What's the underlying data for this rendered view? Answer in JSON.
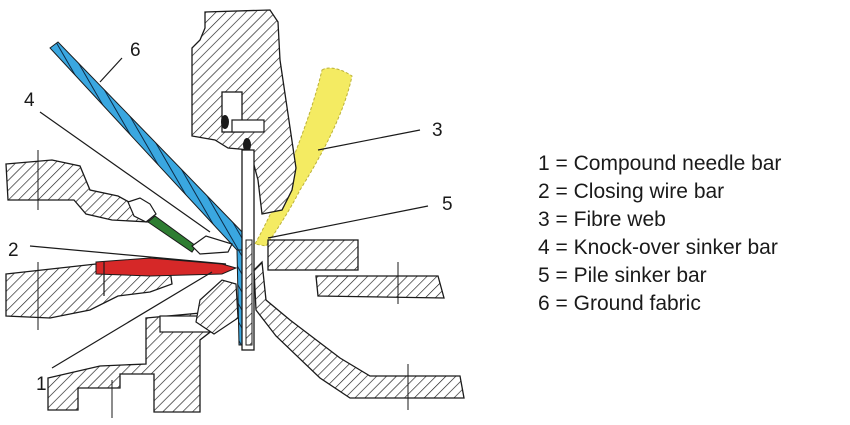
{
  "callouts": {
    "c1": "1",
    "c2": "2",
    "c3": "3",
    "c4": "4",
    "c5": "5",
    "c6": "6"
  },
  "legend": [
    "1 = Compound needle bar",
    "2 = Closing wire bar",
    "3 = Fibre web",
    "4 = Knock-over sinker bar",
    "5 = Pile sinker bar",
    "6 = Ground fabric"
  ],
  "colors": {
    "ground_fabric": "#3aa7e0",
    "closing_wire": "#d62828",
    "knock_over_sinker": "#2e7d32",
    "fibre_web": "#f4ea5a",
    "outline": "#1a1a1a"
  }
}
